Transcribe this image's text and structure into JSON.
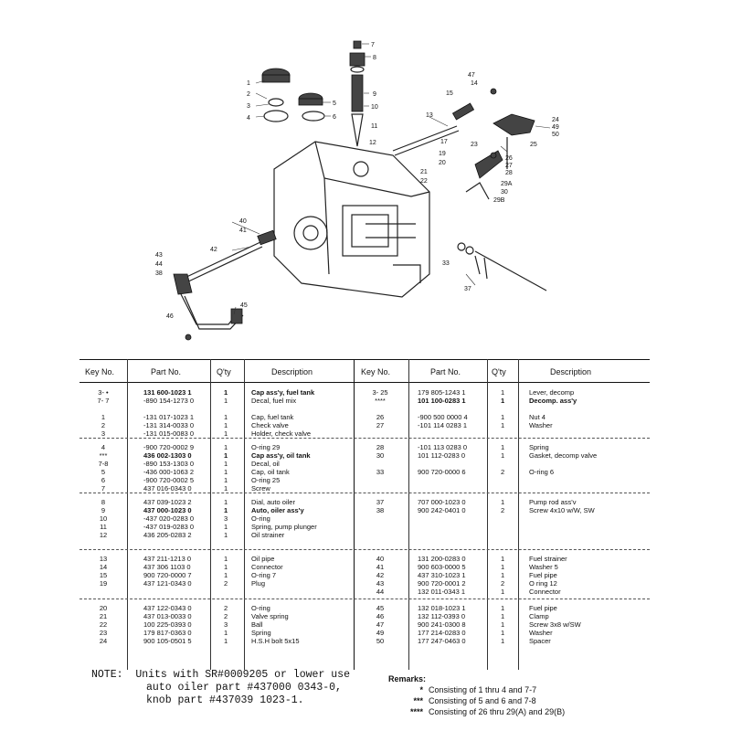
{
  "diagram": {
    "callouts": [
      "1",
      "2",
      "3",
      "4",
      "5",
      "6",
      "7",
      "8",
      "9",
      "10",
      "11",
      "12",
      "13",
      "14",
      "15",
      "17",
      "19",
      "20",
      "21",
      "22",
      "23",
      "24",
      "25",
      "26",
      "27",
      "28",
      "29A",
      "29B",
      "30",
      "33",
      "37",
      "38",
      "40",
      "41",
      "42",
      "43",
      "44",
      "45",
      "46",
      "47",
      "49",
      "50"
    ]
  },
  "table": {
    "headers": [
      "Key No.",
      "Part No.",
      "Q'ty",
      "Description",
      "Key No.",
      "Part No.",
      "Q'ty",
      "Description"
    ],
    "left_groups": [
      [
        {
          "key": "3-  •",
          "part": "131 600-1023 1",
          "qty": "1",
          "desc": "Cap ass'y, fuel tank",
          "bold": true
        },
        {
          "key": "7- 7",
          "part": "-890 154-1273 0",
          "qty": "1",
          "desc": "Decal, fuel mix",
          "bold": false
        },
        {
          "key": "",
          "part": "",
          "qty": "",
          "desc": "",
          "bold": false
        },
        {
          "key": "1",
          "part": "-131 017-1023 1",
          "qty": "1",
          "desc": "Cap, fuel tank",
          "bold": false
        },
        {
          "key": "2",
          "part": "-131 314-0033 0",
          "qty": "1",
          "desc": "Check valve",
          "bold": false
        },
        {
          "key": "3",
          "part": "-131 015-0083 0",
          "qty": "1",
          "desc": "Holder, check valve",
          "bold": false
        }
      ],
      [
        {
          "key": "4",
          "part": "-900 720-0002 9",
          "qty": "1",
          "desc": "O-ring 29",
          "bold": false
        },
        {
          "key": "***",
          "part": "436 002-1303 0",
          "qty": "1",
          "desc": "Cap ass'y, oil tank",
          "bold": true
        },
        {
          "key": "7-8",
          "part": "-890 153-1303 0",
          "qty": "1",
          "desc": "Decal, oil",
          "bold": false
        },
        {
          "key": "5",
          "part": "-436 000-1063 2",
          "qty": "1",
          "desc": "Cap, oil tank",
          "bold": false
        },
        {
          "key": "6",
          "part": "-900 720-0002 5",
          "qty": "1",
          "desc": "O-ring 25",
          "bold": false
        },
        {
          "key": "7",
          "part": "437 016-0343 0",
          "qty": "1",
          "desc": "Screw",
          "bold": false
        }
      ],
      [
        {
          "key": "8",
          "part": "437 039-1023 2",
          "qty": "1",
          "desc": "Dial, auto oiler",
          "bold": false
        },
        {
          "key": "9",
          "part": "437 000-1023 0",
          "qty": "1",
          "desc": "Auto, oiler ass'y",
          "bold": true
        },
        {
          "key": "10",
          "part": "-437 020-0283 0",
          "qty": "3",
          "desc": "O-ring",
          "bold": false
        },
        {
          "key": "11",
          "part": "-437 019-0283 0",
          "qty": "1",
          "desc": "Spring, pump plunger",
          "bold": false
        },
        {
          "key": "12",
          "part": "436 205-0283 2",
          "qty": "1",
          "desc": "Oil strainer",
          "bold": false
        }
      ],
      [
        {
          "key": "13",
          "part": "437 211-1213 0",
          "qty": "1",
          "desc": "Oil pipe",
          "bold": false
        },
        {
          "key": "14",
          "part": "437 306 1103 0",
          "qty": "1",
          "desc": "Connector",
          "bold": false
        },
        {
          "key": "15",
          "part": "900 720-0000 7",
          "qty": "1",
          "desc": "O-ring 7",
          "bold": false
        },
        {
          "key": "19",
          "part": "437 121-0343 0",
          "qty": "2",
          "desc": "Plug",
          "bold": false
        }
      ],
      [
        {
          "key": "20",
          "part": "437 122-0343 0",
          "qty": "2",
          "desc": "O-ring",
          "bold": false
        },
        {
          "key": "21",
          "part": "437 013-0033 0",
          "qty": "2",
          "desc": "Valve spring",
          "bold": false
        },
        {
          "key": "22",
          "part": "100 225-0393 0",
          "qty": "3",
          "desc": "Ball",
          "bold": false
        },
        {
          "key": "23",
          "part": "179 817-0363 0",
          "qty": "1",
          "desc": "Spring",
          "bold": false
        },
        {
          "key": "24",
          "part": "900 105-0501 5",
          "qty": "1",
          "desc": "H.S.H  bolt 5x15",
          "bold": false
        }
      ]
    ],
    "right_groups": [
      [
        {
          "key": "3-  25",
          "part": "179 805-1243 1",
          "qty": "1",
          "desc": "Lever, decomp",
          "bold": false
        },
        {
          "key": "****",
          "part": "101 100-0283 1",
          "qty": "1",
          "desc": "Decomp. ass'y",
          "bold": true
        },
        {
          "key": "",
          "part": "",
          "qty": "",
          "desc": "",
          "bold": false
        },
        {
          "key": "26",
          "part": "-900 500 0000 4",
          "qty": "1",
          "desc": "Nut 4",
          "bold": false
        },
        {
          "key": "27",
          "part": "-101 114 0283 1",
          "qty": "1",
          "desc": "Washer",
          "bold": false
        }
      ],
      [
        {
          "key": "28",
          "part": "-101 113 0283 0",
          "qty": "1",
          "desc": "Spring",
          "bold": false
        },
        {
          "key": "30",
          "part": "101 112-0283 0",
          "qty": "1",
          "desc": "Gasket, decomp  valve",
          "bold": false
        },
        {
          "key": "",
          "part": "",
          "qty": "",
          "desc": "",
          "bold": false
        },
        {
          "key": "33",
          "part": "900 720-0000 6",
          "qty": "2",
          "desc": "O-ring 6",
          "bold": false
        }
      ],
      [
        {
          "key": "37",
          "part": "707 000-1023 0",
          "qty": "1",
          "desc": "Pump rod ass'v",
          "bold": false
        },
        {
          "key": "38",
          "part": "900 242-0401 0",
          "qty": "2",
          "desc": "Screw 4x10 w/W, SW",
          "bold": false
        }
      ],
      [
        {
          "key": "40",
          "part": "131 200-0283 0",
          "qty": "1",
          "desc": "Fuel strainer",
          "bold": false
        },
        {
          "key": "41",
          "part": "900 603-0000 5",
          "qty": "1",
          "desc": "Washer 5",
          "bold": false
        },
        {
          "key": "42",
          "part": "437 310-1023 1",
          "qty": "1",
          "desc": "Fuel pipe",
          "bold": false
        },
        {
          "key": "43",
          "part": "900 720-0001 2",
          "qty": "2",
          "desc": "O ring 12",
          "bold": false
        },
        {
          "key": "44",
          "part": "132 011-0343 1",
          "qty": "1",
          "desc": "Connector",
          "bold": false
        }
      ],
      [
        {
          "key": "45",
          "part": "132 018-1023 1",
          "qty": "1",
          "desc": "Fuel pipe",
          "bold": false
        },
        {
          "key": "46",
          "part": "132 112-0393 0",
          "qty": "1",
          "desc": "Clamp",
          "bold": false
        },
        {
          "key": "47",
          "part": "900 241-0300 8",
          "qty": "1",
          "desc": "Screw 3x8 w/SW",
          "bold": false
        },
        {
          "key": "49",
          "part": "177 214-0283 0",
          "qty": "1",
          "desc": "Washer",
          "bold": false
        },
        {
          "key": "50",
          "part": "177 247-0463 0",
          "qty": "1",
          "desc": "Spacer",
          "bold": false
        }
      ]
    ]
  },
  "note": {
    "label": "NOTE:",
    "line1": "Units with SR#0009205 or lower use",
    "line2": "auto oiler part #437000 0343-0,",
    "line3": "knob part #437039 1023-1."
  },
  "remarks": {
    "title": "Remarks:",
    "items": [
      {
        "mark": "*",
        "text": "Consisting of 1 thru 4 and 7-7"
      },
      {
        "mark": "***",
        "text": "Consisting of 5 and 6 and 7-8"
      },
      {
        "mark": "****",
        "text": "Consisting of 26 thru 29(A) and 29(B)"
      }
    ]
  }
}
